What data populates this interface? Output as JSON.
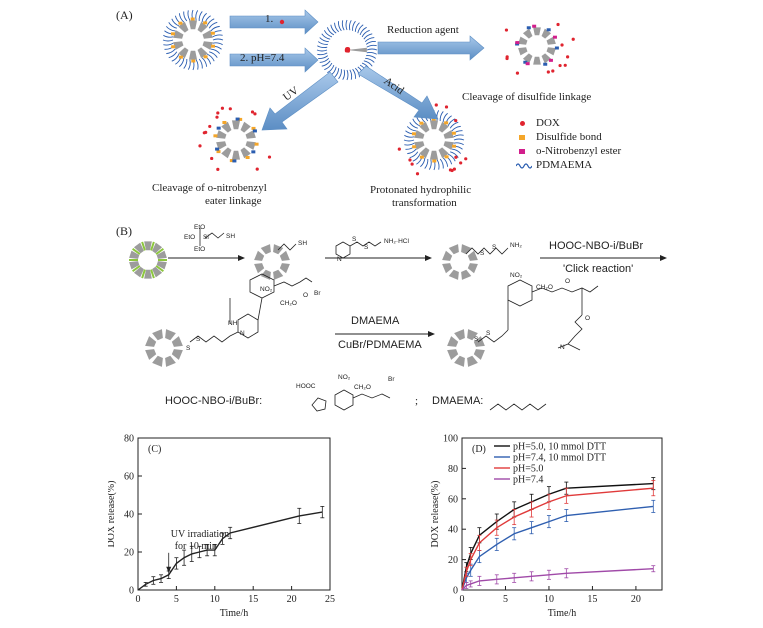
{
  "figure": {
    "panel_a": {
      "label": "(A)",
      "step1": "1.",
      "step2": "2. pH=7.4",
      "reduction_label": "Reduction agent",
      "uv_label": "UV",
      "acid_label": "Acid",
      "caption_disulfide": "Cleavage of disulfide linkage",
      "caption_nitro_line1": "Cleavage of o-nitrobenzyl",
      "caption_nitro_line2": "eater linkage",
      "caption_acid_line1": "Protonated hydrophilic",
      "caption_acid_line2": "transformation",
      "legend": [
        {
          "text": "DOX",
          "color": "#e0242f",
          "shape": "dot"
        },
        {
          "text": "Disulfide bond",
          "color": "#f4a62a",
          "shape": "square"
        },
        {
          "text": "o-Nitrobenzyl ester",
          "color": "#d21e8c",
          "shape": "square"
        },
        {
          "text": "PDMAEMA",
          "color": "#2a5db0",
          "shape": "wave"
        }
      ]
    },
    "panel_b": {
      "label": "(B)",
      "reagent1": [
        "EtO",
        "EtO",
        "Si",
        "SH",
        "EtO"
      ],
      "reagent2": "NH₂·HCl",
      "sh": "SH",
      "nh2": "NH₂",
      "click_reagent": "HOOC-NBO-i/BuBr",
      "click_label": "'Click reaction'",
      "no2": "NO₂",
      "ch2o": "CH₂O",
      "br": "Br",
      "o": "O",
      "nh": "NH",
      "s": "S",
      "n": "N",
      "dmaema_label": "DMAEMA",
      "catalyst_label": "CuBr/PDMAEMA",
      "def_hooc": "HOOC-NBO-i/BuBr:",
      "def_dmaema": "DMAEMA:",
      "semicolon": ";",
      "hooc_short": "HOOC"
    }
  },
  "chart_data": [
    {
      "panel": "(C)",
      "type": "line",
      "xlabel": "Time/h",
      "ylabel": "DOX release(%)",
      "xlim": [
        0,
        25
      ],
      "ylim": [
        0,
        80
      ],
      "xticks": [
        0,
        5,
        10,
        15,
        20,
        25
      ],
      "yticks": [
        0,
        20,
        40,
        60,
        80
      ],
      "annotation": [
        "UV irradiation",
        "for 10 min"
      ],
      "annotation_at": [
        4,
        8
      ],
      "series": [
        {
          "color": "#222222",
          "x": [
            0,
            1,
            2,
            3,
            4,
            5,
            6,
            7,
            8,
            9,
            10,
            11,
            12,
            21,
            24
          ],
          "y": [
            0,
            3,
            5,
            6,
            8,
            14,
            17,
            19,
            20,
            21,
            21,
            27,
            30,
            39,
            41
          ],
          "err": [
            0,
            1,
            2,
            2,
            2,
            3,
            4,
            4,
            3,
            3,
            3,
            3,
            3,
            4,
            3
          ]
        }
      ]
    },
    {
      "panel": "(D)",
      "type": "line",
      "xlabel": "Time/h",
      "ylabel": "DOX release(%)",
      "xlim": [
        0,
        23
      ],
      "ylim": [
        0,
        100
      ],
      "xticks": [
        0,
        5,
        10,
        15,
        20
      ],
      "yticks": [
        0,
        20,
        40,
        60,
        80,
        100
      ],
      "legend_position": "top-left",
      "series": [
        {
          "name": "pH=5.0, 10 mmol DTT",
          "color": "#111111",
          "x": [
            0,
            0.5,
            1,
            2,
            4,
            6,
            8,
            10,
            12,
            22
          ],
          "y": [
            0,
            15,
            24,
            36,
            45,
            53,
            58,
            63,
            67,
            70
          ],
          "err": [
            0,
            3,
            4,
            5,
            5,
            5,
            5,
            5,
            4,
            4
          ]
        },
        {
          "name": "pH=7.4, 10 mmol DTT",
          "color": "#2f5fb0",
          "x": [
            0,
            0.5,
            1,
            2,
            4,
            6,
            8,
            10,
            12,
            22
          ],
          "y": [
            0,
            8,
            13,
            22,
            30,
            37,
            41,
            45,
            49,
            55
          ],
          "err": [
            0,
            3,
            4,
            4,
            4,
            4,
            4,
            4,
            4,
            4
          ]
        },
        {
          "name": "pH=5.0",
          "color": "#e03a3a",
          "x": [
            0,
            0.5,
            1,
            2,
            4,
            6,
            8,
            10,
            12,
            22
          ],
          "y": [
            0,
            12,
            20,
            31,
            41,
            48,
            53,
            58,
            62,
            67
          ],
          "err": [
            0,
            3,
            4,
            5,
            5,
            5,
            5,
            5,
            5,
            5
          ]
        },
        {
          "name": "pH=7.4",
          "color": "#a04aa8",
          "x": [
            0,
            0.5,
            1,
            2,
            4,
            6,
            8,
            10,
            12,
            22
          ],
          "y": [
            0,
            3,
            4,
            6,
            7,
            8,
            9,
            10,
            11,
            14
          ],
          "err": [
            0,
            2,
            2,
            3,
            3,
            3,
            3,
            3,
            3,
            2
          ]
        }
      ]
    }
  ]
}
